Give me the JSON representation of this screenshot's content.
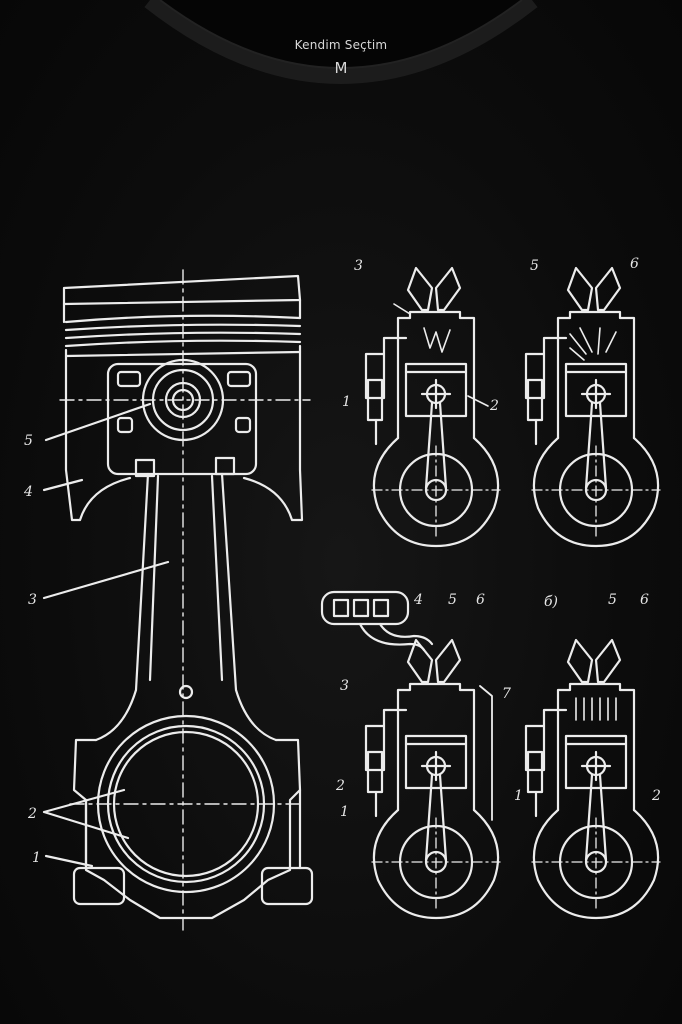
{
  "garment": {
    "brand_label": "Kendim Seçtim",
    "size_label": "M",
    "fabric_color": "#0b0b0b",
    "print_color": "#ececec"
  },
  "print": {
    "piston_labels": [
      "5",
      "4",
      "3",
      "2",
      "1"
    ],
    "diagram_a_labels": [
      "3",
      "1",
      "2"
    ],
    "diagram_b_labels": [
      "5",
      "6"
    ],
    "diagram_c_labels": [
      "4",
      "5",
      "6",
      "3",
      "7",
      "2",
      "1"
    ],
    "diagram_d_labels": [
      "б)",
      "5",
      "6",
      "1",
      "2"
    ]
  }
}
